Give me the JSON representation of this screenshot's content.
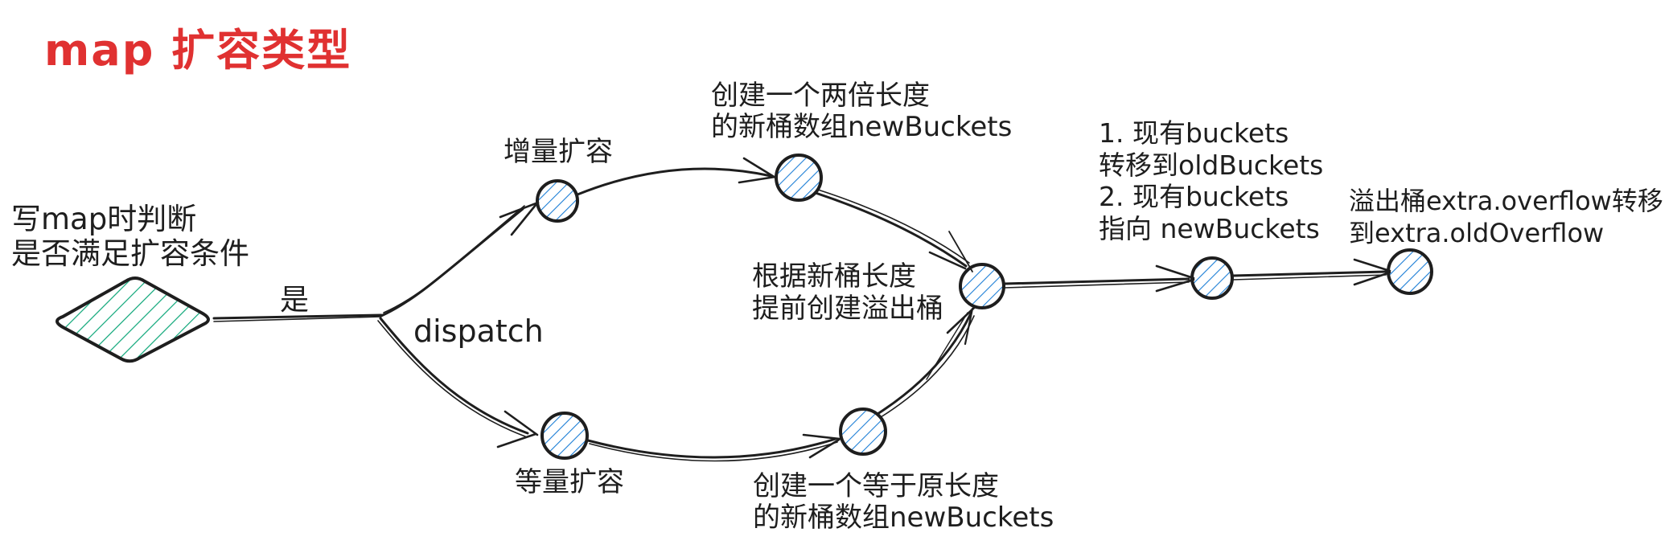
{
  "title": "map 扩容类型",
  "flow": {
    "decision": "写map时判断\n是否满足扩容条件",
    "yes": "是",
    "dispatch": "dispatch",
    "incremental": {
      "branch": "增量扩容",
      "create": "创建一个两倍长度\n的新桶数组newBuckets"
    },
    "equal": {
      "branch": "等量扩容",
      "create": "创建一个等于原长度\n的新桶数组newBuckets"
    },
    "merge": "根据新桶长度\n提前创建溢出桶",
    "transfer": "1. 现有buckets\n转移到oldBuckets\n2. 现有buckets\n指向 newBuckets",
    "overflow": "溢出桶extra.overflow转移\n到extra.oldOverflow"
  },
  "colors": {
    "title": "#e03131",
    "stroke": "#1e1e1e",
    "decision_hatch": "#0ca678",
    "node_hatch": "#1c7ed6",
    "background": "#ffffff"
  }
}
